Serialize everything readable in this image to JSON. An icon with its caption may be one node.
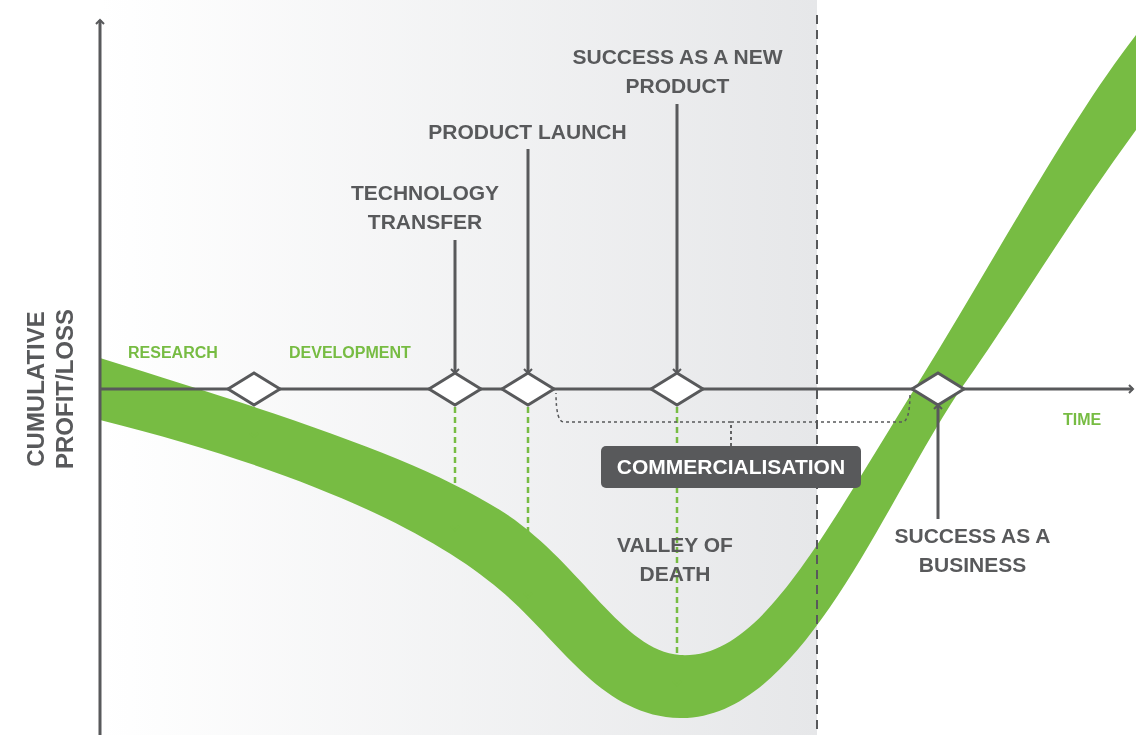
{
  "diagram": {
    "nodes": [
      {
        "text": [],
        "shape": "diamond"
      },
      {
        "text": [],
        "shape": "diamond"
      },
      {
        "text": [],
        "shape": "diamond"
      },
      {
        "text": [],
        "shape": "diamond"
      },
      {
        "text": [],
        "shape": "diamond"
      },
      {
        "text": [
          "TECHNOLOGY TRANSFER"
        ]
      },
      {
        "text": [
          "PRODUCT LAUNCH"
        ]
      },
      {
        "text": [
          "SUCCESS AS A NEW PRODUCT"
        ]
      },
      {
        "text": [
          "SUCCESS AS A BUSINESS"
        ]
      },
      {
        "text": [
          "COMMERCIALISATION"
        ]
      }
    ],
    "edges": [
      {
        "from": 5,
        "to": 1,
        "arrow": "to"
      },
      {
        "from": 6,
        "to": 2,
        "arrow": "to"
      },
      {
        "from": 7,
        "to": 3,
        "arrow": "to"
      },
      {
        "from": 8,
        "to": 4,
        "arrow": "to"
      },
      {
        "from": 0,
        "to": null,
        "arrow": "to",
        "style": "dashed",
        "color": "#77bc43"
      },
      {
        "from": 1,
        "to": null,
        "arrow": "to",
        "style": "dashed",
        "color": "#77bc43"
      },
      {
        "from": 2,
        "to": null,
        "arrow": "to",
        "style": "dashed",
        "color": "#77bc43"
      },
      {
        "from": 3,
        "to": null,
        "arrow": "to",
        "style": "dashed",
        "color": "#77bc43"
      },
      {
        "from": 9,
        "to": 2,
        "arrow": "none",
        "style": "dashed"
      },
      {
        "from": 9,
        "to": 4,
        "arrow": "none",
        "style": "dashed"
      }
    ],
    "labels": [
      "CUMULATIVE PROFIT/LOSS",
      "RESEARCH",
      "DEVELOPMENT",
      "TIME",
      "VALLEY OF DEATH"
    ]
  }
}
